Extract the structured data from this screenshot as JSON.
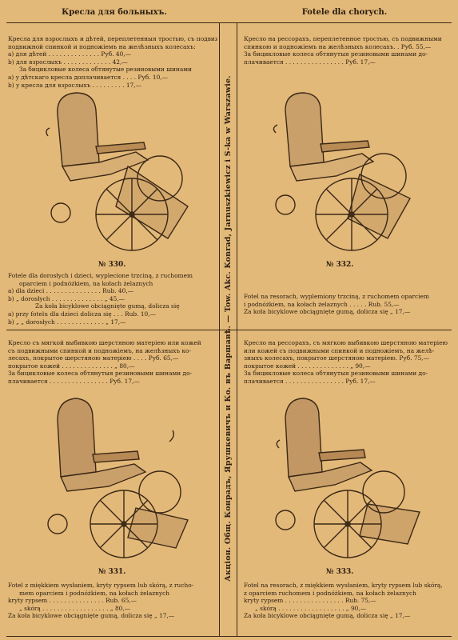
{
  "headers": {
    "left": "Кресла для больныхъ.",
    "right": "Fotele dla chorych."
  },
  "side_text": "Акціон. Общ. Конрадъ, Ярушкевичъ и Ко. въ Варшавѣ.  —  Tow. Akc. Konrad, Jarnuszkiewicz i S-ka w Warszawie.",
  "panel_330_top": [
    "Кресла для взрослыхъ и дѣтей, переплетенныя тростью, съ подвижными",
    "подвижной спинкой и подножіемъ на желѣзныхъ колесахъ:",
    "а) для дѣтей . . . . . . . . . . . . . . Руб. 40,—",
    "b) для взрослыхъ . . . . . . . . . . . . . 42,—",
    "За бицикловые колеса обтянутые резиновыми шинами",
    "а) у дѣтскаго кресла доплачивается . . . . Руб. 10,—",
    "b) у кресла для взрослыхъ . . . . . . . . . 17,—"
  ],
  "panel_330_bottom": [
    "Fotele dla dorosłych i dzieci, wyplecione trzciną, z ruchomem",
    "oparciem i podnóżkiem, na kołach żelaznych",
    "a) dla dzieci . . . . . . . . . . . . . . . Rub. 40,—",
    "b) „ dorosłych . . . . . . . . . . . . . . „ 45,—",
    "Za koła bicyklowe obciągnięte gumą, dolicza się",
    "a) przy fotelu dla dzieci dolicza się . . . Rub. 10,—",
    "b) „ „ dorosłych . . . . . . . . . . . . . „ 17,—"
  ],
  "panel_332_top": [
    "Кресло на рессорахъ, переплетенное тростью, съ подвижными",
    "спинкою и подножіемъ на желѣзныхъ колесахъ. . Руб. 55,—",
    "За бицикловые колеса обтянутыя резиновыми шинами до-",
    "плачивается . . . . . . . . . . . . . . . . Руб. 17,—"
  ],
  "panel_332_bottom": [
    "Fotel na resorach, wyplemiony trzciną, z ruchomem oparciem",
    "i podnóżkiem, na kołach żelaznych . . . . . Rub. 55,—",
    "Za koła bicyklowe obciągnięte gumą, dolicza się „ 17,—"
  ],
  "panel_331_top": [
    "Кресло съ мягкой выбивкою шерстяною матеріею или кожей",
    "съ подвижными спинкой и подножіемъ, на желѣзныхъ ко-",
    "лесахъ, покрытое шерстяною матеріею . . . . Руб. 65,—",
    "покрытое кожей . . . . . . . . . . . . . . „ 80,—",
    "За бицикловые колеса обтянутыя резиновыми шинами до-",
    "плачивается . . . . . . . . . . . . . . . . Руб. 17,—"
  ],
  "panel_331_bottom": [
    "Fotel z miękkiem wysłaniem, kryty rypsem lub skórą, z rucho-",
    "mem oparciem i podnóżkiem, na kołach żelaznych",
    "kryty rypsem . . . . . . . . . . . . . . . Rub. 65,—",
    "„ skórą . . . . . . . . . . . . . . . . . . „ 80,—",
    "Za koła bicyklowe obciągnięte gumą, dolicza się „ 17,—"
  ],
  "panel_333_top": [
    "Кресло на рессорахъ, съ мягкою выбивкою шерстяною матеріею",
    "или кожей съ подвижными спинкой и подножіемъ, на желѣ-",
    "зныхъ колесахъ, покрытое шерстяною матеріею. Руб. 75,—",
    "покрытое кожей . . . . . . . . . . . . . . „ 90,—",
    "За бицикловые колеса обтянутыя резиновыми шинами до-",
    "плачивается . . . . . . . . . . . . . . . . Руб. 17,—"
  ],
  "panel_333_bottom": [
    "Fotel na resorach, z miękkiem wysłaniem, kryty rypsem lub skórą,",
    "z oparciem ruchomem i podnóżkiem, na kołach żelaznych",
    "kryty rypsem . . . . . . . . . . . . . . . . Rub. 75,—",
    "„ skórą . . . . . . . . . . . . . . . . . . „ 90,—",
    "Za koła bicyklowe obciągnięte gumą, dolicza się „ 17,—"
  ],
  "captions": {
    "c330": "№ 330.",
    "c332": "№ 332.",
    "c331": "№ 331.",
    "c333": "№ 333."
  }
}
